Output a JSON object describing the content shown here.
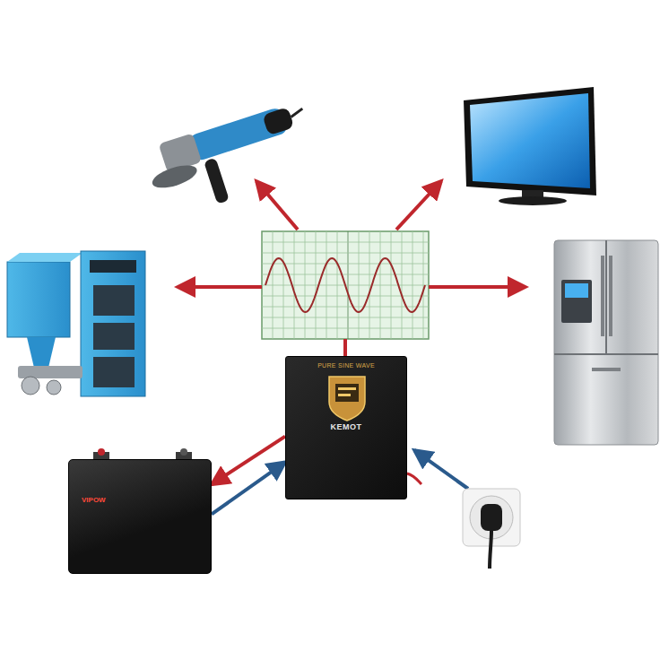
{
  "diagram": {
    "nodes": [
      {
        "text": [
          "PURE SINE WAVE",
          "KEMOT"
        ]
      },
      {
        "text": [
          "VIPOW"
        ]
      }
    ],
    "edges": [
      {
        "from": 0,
        "to": 1,
        "arrow": "to"
      },
      {
        "from": 1,
        "to": 0,
        "arrow": "to"
      }
    ]
  }
}
